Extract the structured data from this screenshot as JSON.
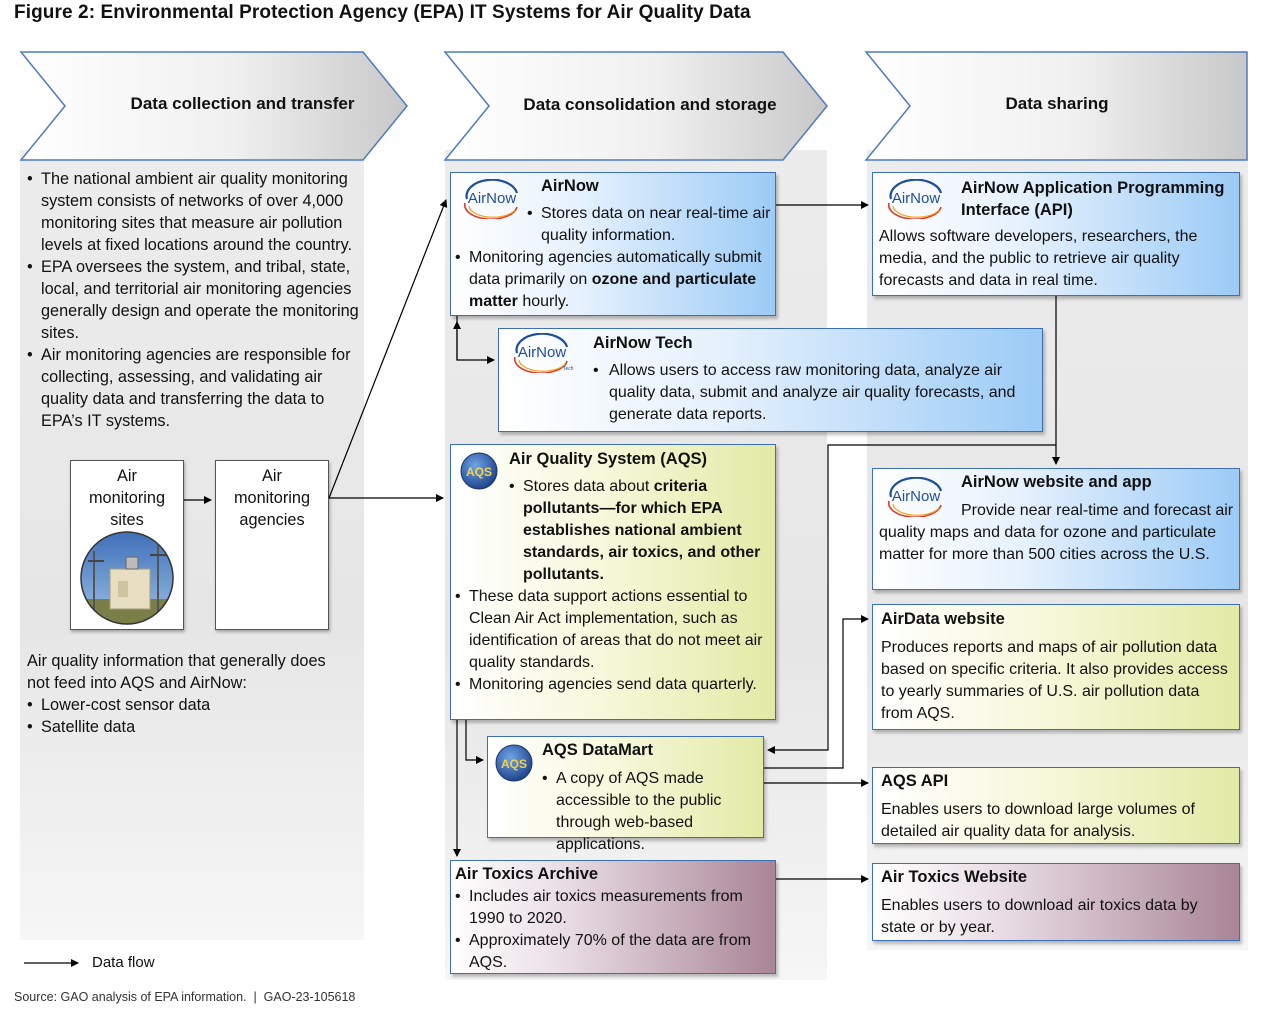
{
  "title": "Figure 2: Environmental Protection Agency (EPA) IT Systems for Air Quality Data",
  "columns": {
    "collection": "Data collection and transfer",
    "consolidation": "Data consolidation and storage",
    "sharing": "Data sharing"
  },
  "collection": {
    "bullets": [
      "The national ambient air quality monitoring system consists of networks of over 4,000 monitoring sites that measure air pollution levels at fixed locations around the country.",
      "EPA oversees the system, and tribal, state, local, and territorial air monitoring agencies generally design and operate the monitoring sites.",
      "Air monitoring agencies are responsible for collecting, assessing, and validating air quality data and transferring the data to EPA’s IT systems."
    ],
    "sites_label": "Air monitoring sites",
    "agencies_label": "Air monitoring agencies",
    "other_info_intro": "Air quality information that generally does not feed into AQS and AirNow:",
    "other_info_items": [
      "Lower-cost sensor data",
      "Satellite data"
    ]
  },
  "airnow": {
    "logo_text": "AirNow",
    "title": "AirNow",
    "b1": "Stores data on near real-time air quality information.",
    "b2_pre": "Monitoring agencies automatically submit data primarily on ",
    "b2_bold": "ozone and particulate matter",
    "b2_post": " hourly."
  },
  "airnow_tech": {
    "logo_text": "AirNow",
    "logo_sub": "Tech",
    "title": "AirNow Tech",
    "b1": "Allows users to access raw monitoring data, analyze air quality data, submit and analyze air quality forecasts, and generate data reports."
  },
  "aqs": {
    "logo_text": "AQS",
    "title": "Air Quality System (AQS)",
    "b1_pre": "Stores data about ",
    "b1_bold": "criteria pollutants—for which EPA establishes national ambient standards, air toxics, and other pollutants.",
    "b2": "These data support actions essential to Clean Air Act implementation, such as identification of areas that do not meet air quality standards.",
    "b3": "Monitoring agencies send data quarterly."
  },
  "datamart": {
    "logo_text": "AQS",
    "title": "AQS DataMart",
    "b1": "A copy of AQS made accessible to the public through web-based applications."
  },
  "toxics_archive": {
    "title": "Air Toxics Archive",
    "b1": "Includes air toxics measurements from 1990 to 2020.",
    "b2": "Approximately 70% of the data are from AQS."
  },
  "airnow_api": {
    "logo_text": "AirNow",
    "title": "AirNow Application Programming Interface (API)",
    "desc": "Allows software developers, researchers, the media, and the public to retrieve air quality forecasts and data in real time."
  },
  "airnow_web": {
    "logo_text": "AirNow",
    "title": "AirNow website and app",
    "desc": "Provide near real-time and forecast air quality maps and data for ozone and particulate matter for more than 500 cities across the U.S."
  },
  "airdata": {
    "title": "AirData website",
    "desc": "Produces reports and maps of air pollution data based on specific criteria. It also provides access to yearly summaries of U.S. air pollution data from AQS."
  },
  "aqs_api": {
    "title": "AQS API",
    "desc": "Enables users to download large volumes of detailed air quality data for analysis."
  },
  "toxics_web": {
    "title": "Air Toxics Website",
    "desc": "Enables users to download air toxics data by state or by year."
  },
  "legend": {
    "label": "Data flow"
  },
  "source": "Source: GAO analysis of EPA information.  |  GAO-23-105618",
  "colors": {
    "blue_border": "#3d6fb6",
    "airnow_blue": "#1f4e9c",
    "aqs_blue": "#2a5ba8"
  }
}
